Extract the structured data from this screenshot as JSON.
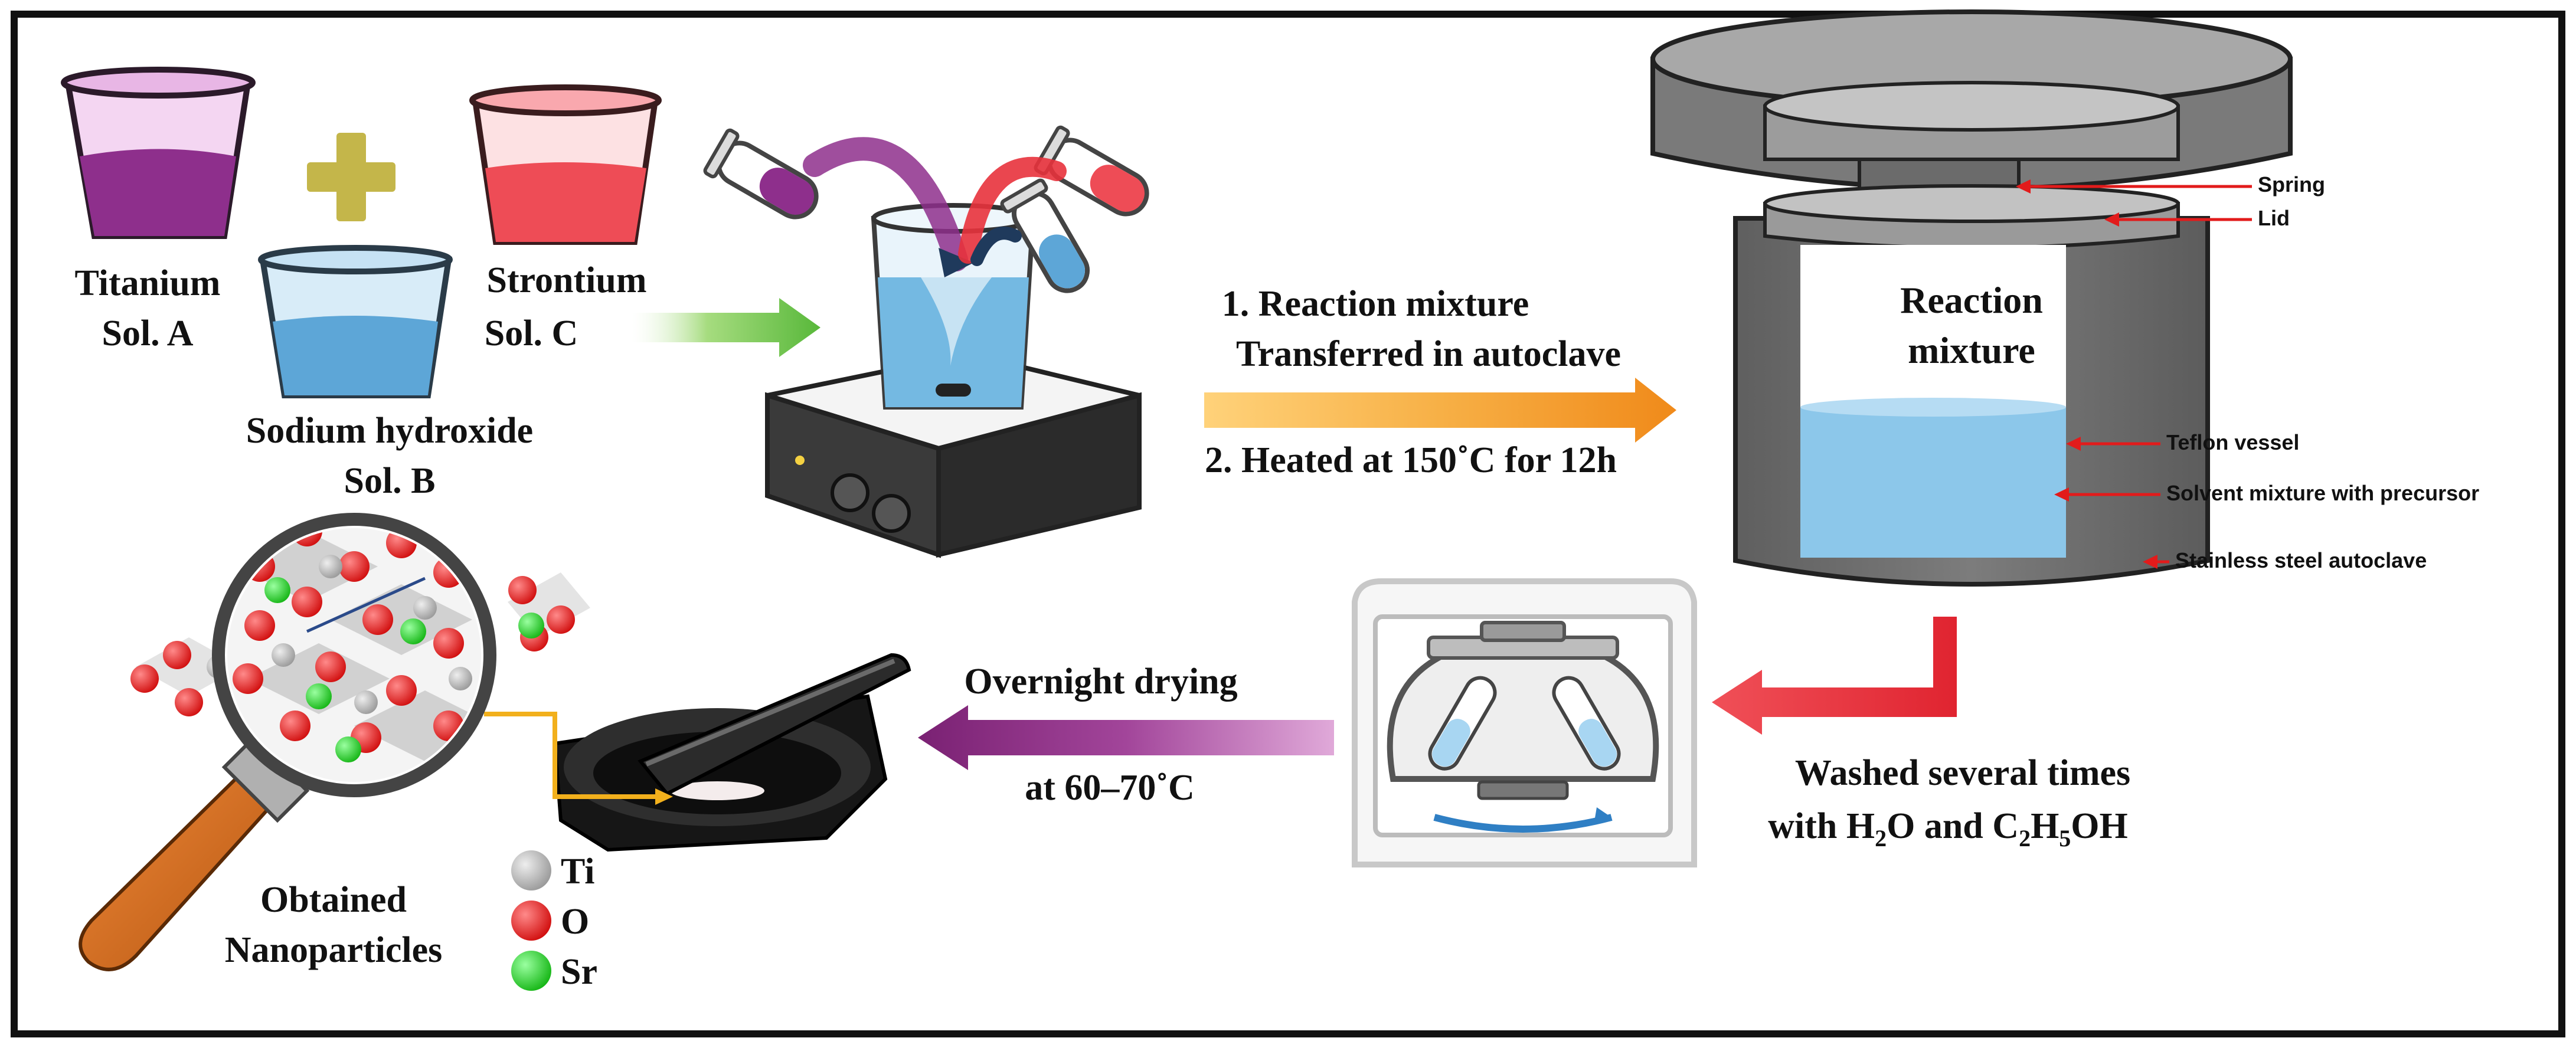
{
  "sections": {
    "solutions": {
      "titanium": {
        "line1": "Titanium",
        "line2": "Sol. A"
      },
      "strontium": {
        "line1": "Strontium",
        "line2": "Sol. C"
      },
      "sodium_hydroxide": {
        "line1": "Sodium hydroxide",
        "line2": "Sol. B"
      }
    },
    "reaction_steps": {
      "step1_line1": "1. Reaction mixture",
      "step1_line2": "Transferred in autoclave",
      "step2": "2. Heated at 150˚C for 12h"
    },
    "autoclave": {
      "inner_label_line1": "Reaction",
      "inner_label_line2": "mixture",
      "labels": {
        "spring": "Spring",
        "lid": "Lid",
        "teflon": "Teflon vessel",
        "solvent": "Solvent mixture with precursor",
        "steel": "Stainless steel autoclave"
      }
    },
    "washing": {
      "line1": "Washed several times",
      "line2_prefix": "with  H",
      "sub_2": "2",
      "line2_mid": "O and C",
      "sub_2b": "2",
      "line2_h": "H",
      "sub_5": "5",
      "line2_suffix": "OH"
    },
    "drying": {
      "line1": "Overnight drying",
      "line2": "at 60–70˚C"
    },
    "product": {
      "line1": "Obtained",
      "line2": "Nanoparticles"
    },
    "legend": {
      "ti": "Ti",
      "o": "O",
      "sr": "Sr"
    }
  },
  "colors": {
    "titanium_beaker": "#8e2f8c",
    "strontium_beaker": "#e8454f",
    "naoh_beaker": "#3f8fc7",
    "plus_sign": "#c4b64a",
    "green_arrow": "#6cc24a",
    "orange_arrow": "#f2a531",
    "red_arrow": "#e8323c",
    "purple_arrow": "#8a2a83",
    "autoclave_steel": "#6e6e6e",
    "teflon_liquid": "#8cc7ea",
    "label_arrow": "#e21b1b",
    "ti_atom": "#b9b9b9",
    "o_atom": "#ee1d1d",
    "sr_atom": "#2ed62e",
    "magnifier_handle": "#d86c1f",
    "mortar": "#1a1a1a"
  },
  "icons": [
    "beaker-icon",
    "plus-icon",
    "test-tube-icon",
    "magnetic-stirrer-icon",
    "autoclave-icon",
    "centrifuge-icon",
    "mortar-pestle-icon",
    "magnifier-icon",
    "crystal-structure-icon",
    "atom-icon"
  ]
}
